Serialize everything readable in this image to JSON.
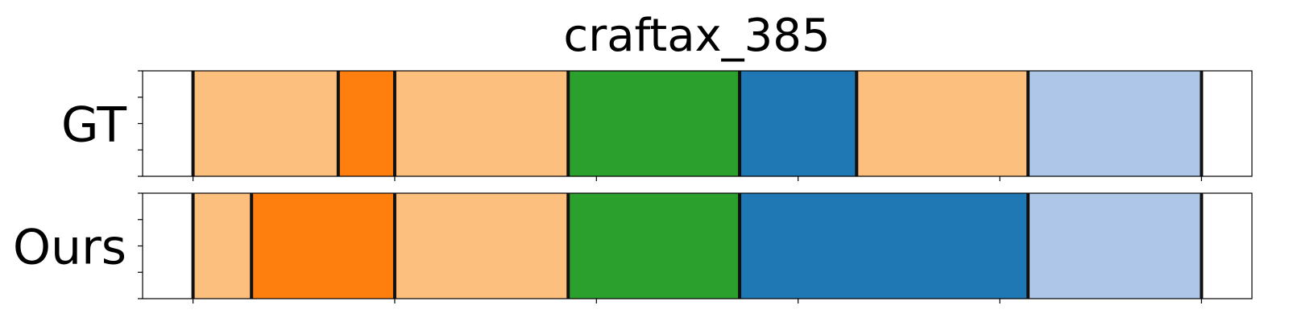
{
  "chart_data": {
    "type": "segmentation",
    "title": "craftax_385",
    "x_range": [
      -25,
      525
    ],
    "x_ticks": [
      0,
      100,
      200,
      300,
      400,
      500
    ],
    "boundary_color": "#111111",
    "rows": [
      {
        "label": "GT",
        "segments": [
          {
            "start": 0,
            "end": 72,
            "color": "#fdbf7e"
          },
          {
            "start": 72,
            "end": 100,
            "color": "#ff7f0e"
          },
          {
            "start": 100,
            "end": 186,
            "color": "#fdbf7e"
          },
          {
            "start": 186,
            "end": 271,
            "color": "#2ca02c"
          },
          {
            "start": 271,
            "end": 329,
            "color": "#1f77b4"
          },
          {
            "start": 329,
            "end": 414,
            "color": "#fdbf7e"
          },
          {
            "start": 414,
            "end": 500,
            "color": "#aec7e8"
          }
        ]
      },
      {
        "label": "Ours",
        "segments": [
          {
            "start": 0,
            "end": 29,
            "color": "#fdbf7e"
          },
          {
            "start": 29,
            "end": 100,
            "color": "#ff7f0e"
          },
          {
            "start": 100,
            "end": 186,
            "color": "#fdbf7e"
          },
          {
            "start": 186,
            "end": 271,
            "color": "#2ca02c"
          },
          {
            "start": 271,
            "end": 414,
            "color": "#1f77b4"
          },
          {
            "start": 414,
            "end": 500,
            "color": "#aec7e8"
          }
        ]
      }
    ]
  }
}
